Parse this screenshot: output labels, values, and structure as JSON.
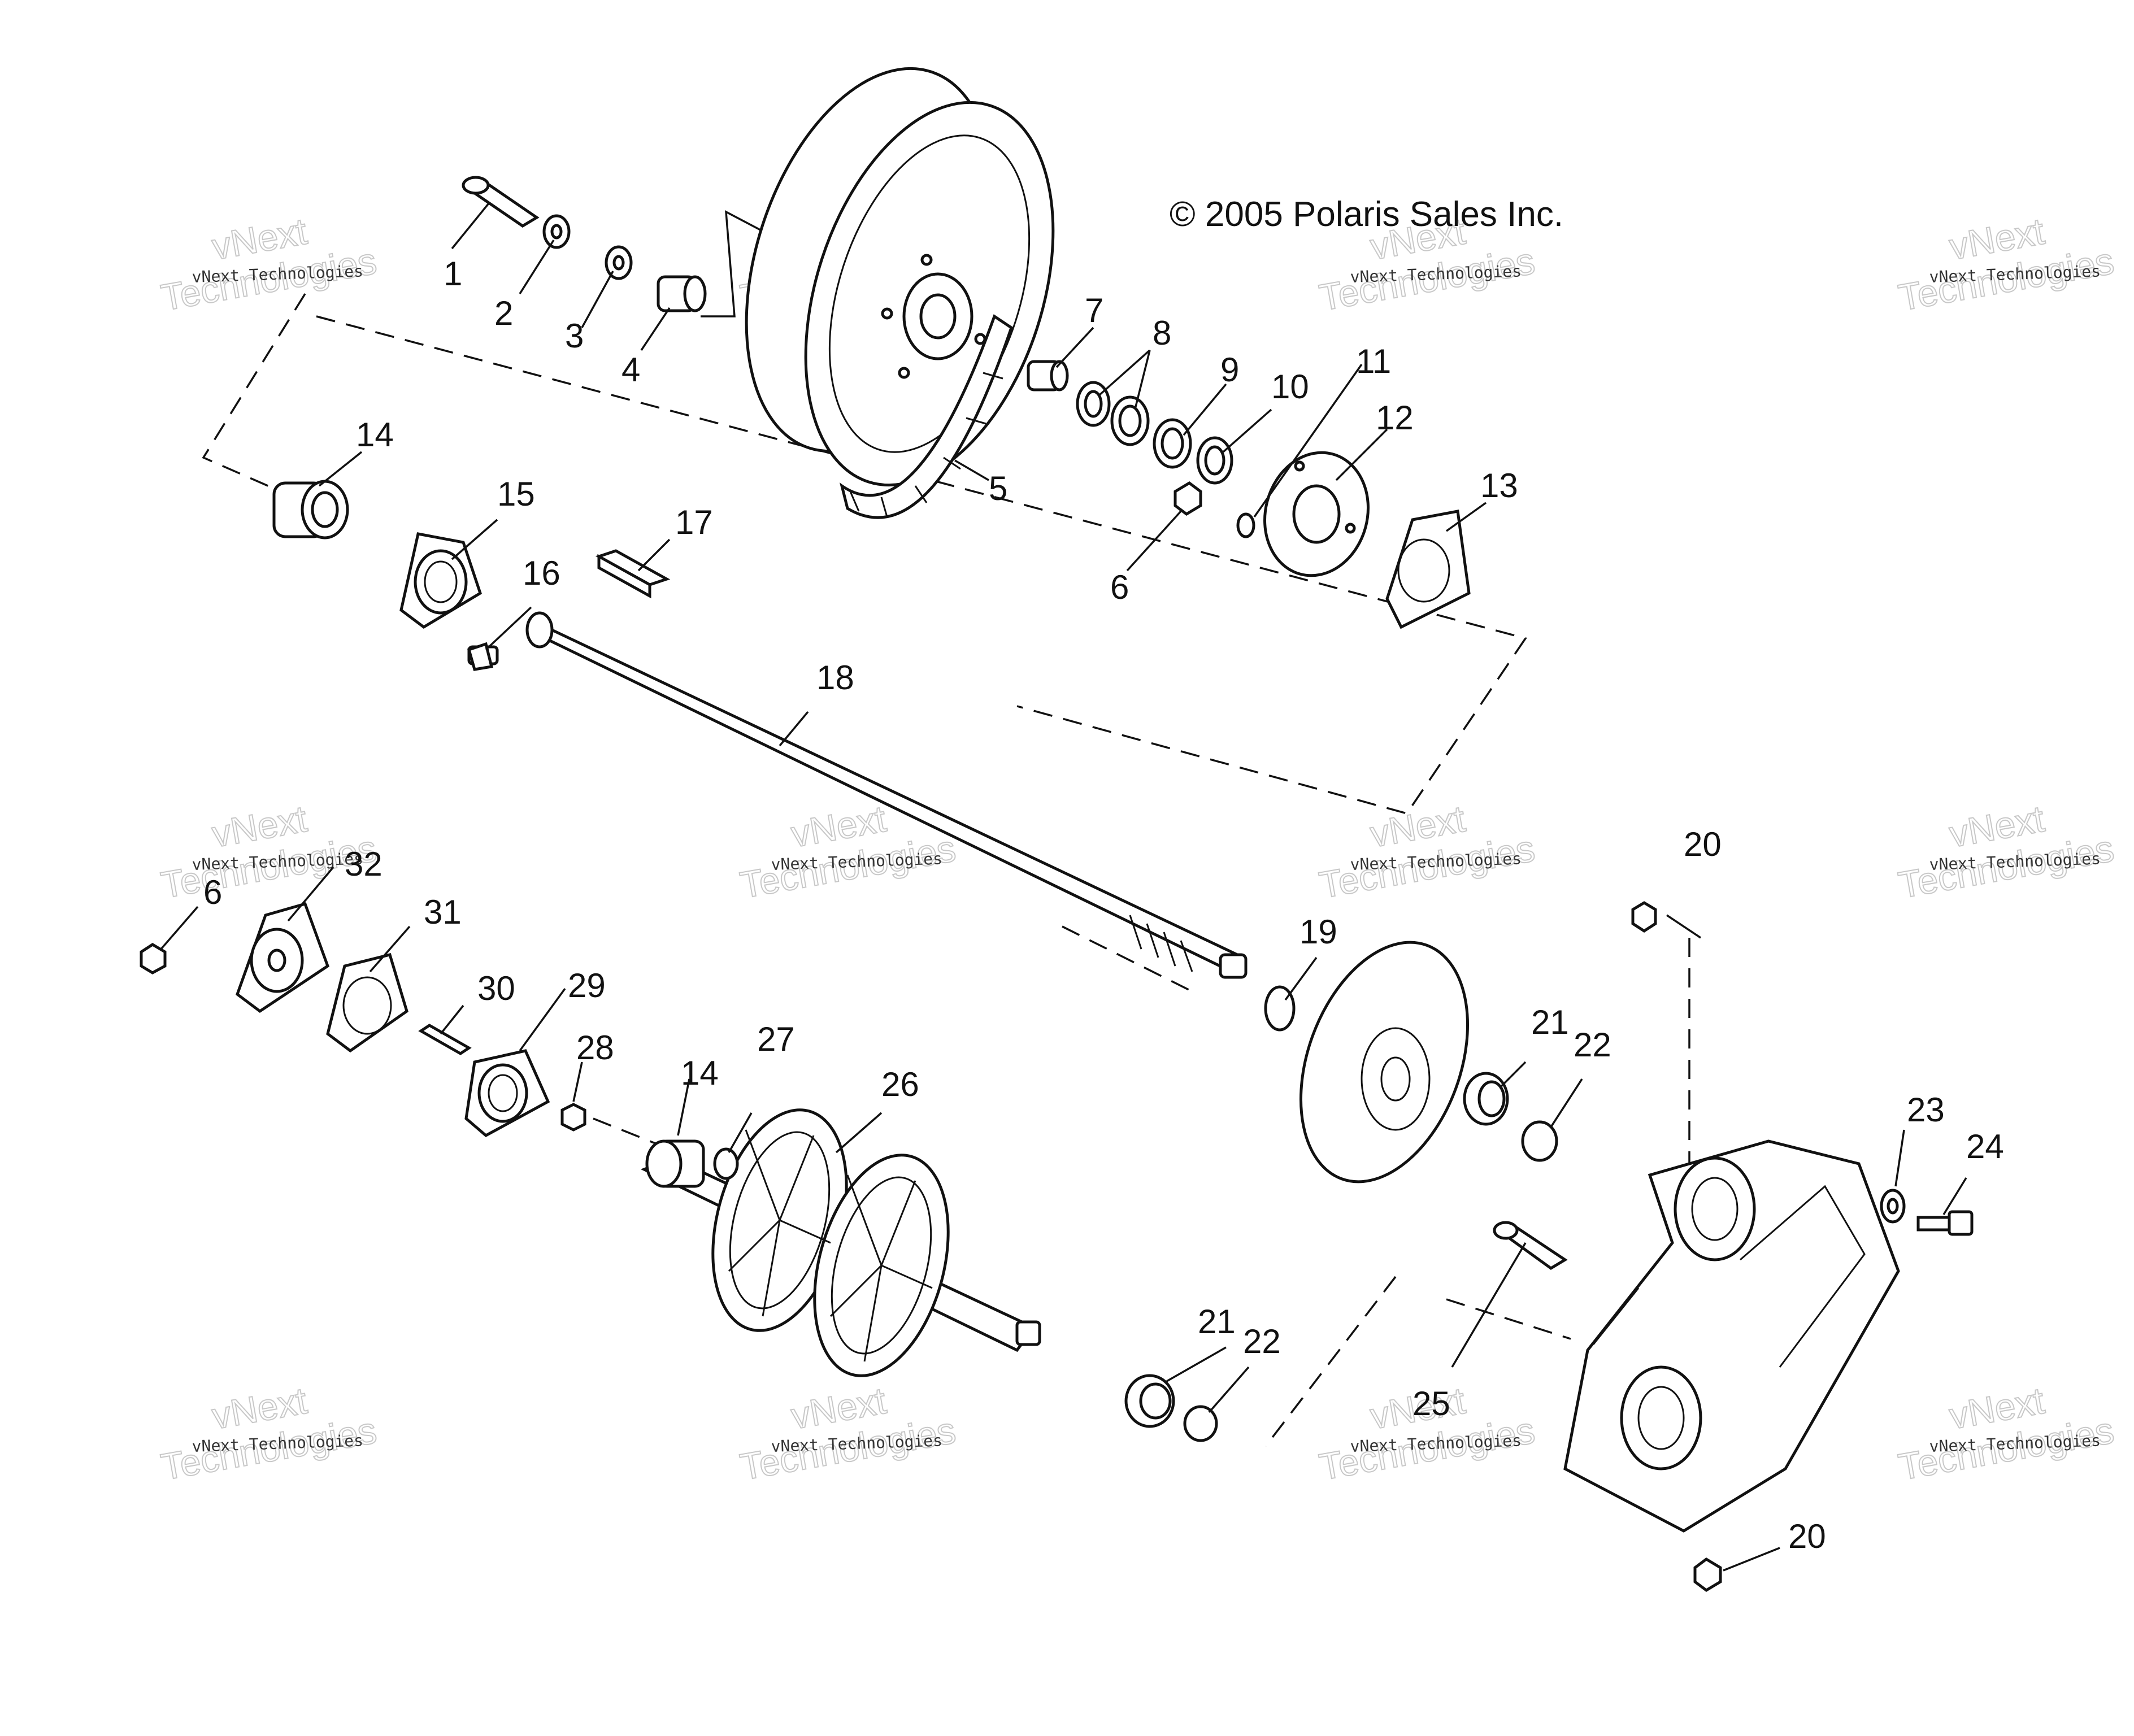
{
  "copyright": "© 2005 Polaris Sales Inc.",
  "watermark": {
    "line1": "vNext Technologies",
    "line2": "vNext",
    "line3": "Technologies"
  },
  "callouts": [
    {
      "id": "c1",
      "text": "1"
    },
    {
      "id": "c2",
      "text": "2"
    },
    {
      "id": "c3",
      "text": "3"
    },
    {
      "id": "c4",
      "text": "4"
    },
    {
      "id": "c5",
      "text": "5"
    },
    {
      "id": "c6a",
      "text": "6"
    },
    {
      "id": "c7",
      "text": "7"
    },
    {
      "id": "c8",
      "text": "8"
    },
    {
      "id": "c9",
      "text": "9"
    },
    {
      "id": "c10",
      "text": "10"
    },
    {
      "id": "c11",
      "text": "11"
    },
    {
      "id": "c12",
      "text": "12"
    },
    {
      "id": "c13",
      "text": "13"
    },
    {
      "id": "c14a",
      "text": "14"
    },
    {
      "id": "c15",
      "text": "15"
    },
    {
      "id": "c16",
      "text": "16"
    },
    {
      "id": "c17",
      "text": "17"
    },
    {
      "id": "c18",
      "text": "18"
    },
    {
      "id": "c19",
      "text": "19"
    },
    {
      "id": "c20a",
      "text": "20"
    },
    {
      "id": "c20b",
      "text": "20"
    },
    {
      "id": "c21a",
      "text": "21"
    },
    {
      "id": "c21b",
      "text": "21"
    },
    {
      "id": "c22a",
      "text": "22"
    },
    {
      "id": "c22b",
      "text": "22"
    },
    {
      "id": "c23",
      "text": "23"
    },
    {
      "id": "c24",
      "text": "24"
    },
    {
      "id": "c25",
      "text": "25"
    },
    {
      "id": "c26",
      "text": "26"
    },
    {
      "id": "c27",
      "text": "27"
    },
    {
      "id": "c28",
      "text": "28"
    },
    {
      "id": "c29",
      "text": "29"
    },
    {
      "id": "c30",
      "text": "30"
    },
    {
      "id": "c31",
      "text": "31"
    },
    {
      "id": "c32",
      "text": "32"
    },
    {
      "id": "c6b",
      "text": "6"
    },
    {
      "id": "c14b",
      "text": "14"
    }
  ]
}
